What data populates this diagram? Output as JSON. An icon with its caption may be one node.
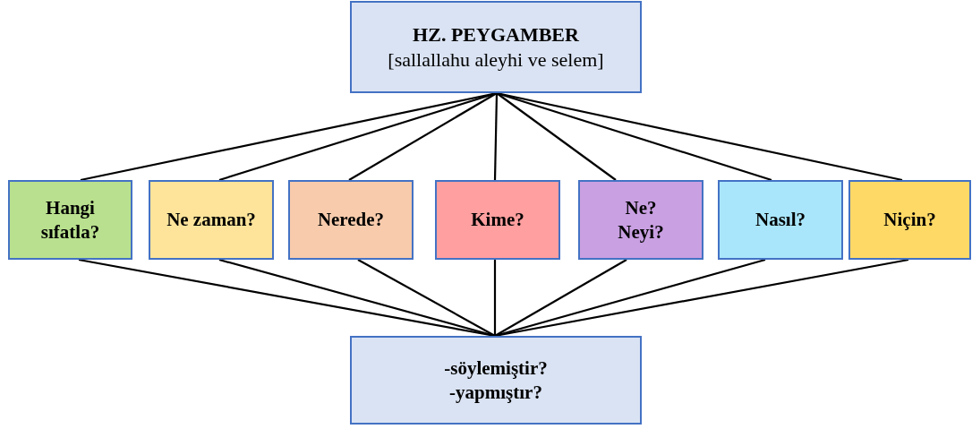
{
  "diagram": {
    "nodes": [
      {
        "text": [
          "HZ. PEYGAMBER",
          "[sallallahu aleyhi ve selem]"
        ]
      },
      {
        "text": [
          "Hangi sıfatla?"
        ]
      },
      {
        "text": [
          "Ne zaman?"
        ]
      },
      {
        "text": [
          "Nerede?"
        ]
      },
      {
        "text": [
          "Kime?"
        ]
      },
      {
        "text": [
          "Ne? Neyi?"
        ]
      },
      {
        "text": [
          "Nasıl?"
        ]
      },
      {
        "text": [
          "Niçin?"
        ]
      },
      {
        "text": [
          "-söylemiştir?",
          "-yapmıştır?"
        ]
      }
    ],
    "edges": [
      {
        "from": 0,
        "to": 1,
        "arrow": "none"
      },
      {
        "from": 0,
        "to": 2,
        "arrow": "none"
      },
      {
        "from": 0,
        "to": 3,
        "arrow": "none"
      },
      {
        "from": 0,
        "to": 4,
        "arrow": "none"
      },
      {
        "from": 0,
        "to": 5,
        "arrow": "none"
      },
      {
        "from": 0,
        "to": 6,
        "arrow": "none"
      },
      {
        "from": 0,
        "to": 7,
        "arrow": "none"
      },
      {
        "from": 1,
        "to": 8,
        "arrow": "none"
      },
      {
        "from": 2,
        "to": 8,
        "arrow": "none"
      },
      {
        "from": 3,
        "to": 8,
        "arrow": "none"
      },
      {
        "from": 4,
        "to": 8,
        "arrow": "none"
      },
      {
        "from": 5,
        "to": 8,
        "arrow": "none"
      },
      {
        "from": 6,
        "to": 8,
        "arrow": "none"
      },
      {
        "from": 7,
        "to": 8,
        "arrow": "none"
      }
    ]
  }
}
